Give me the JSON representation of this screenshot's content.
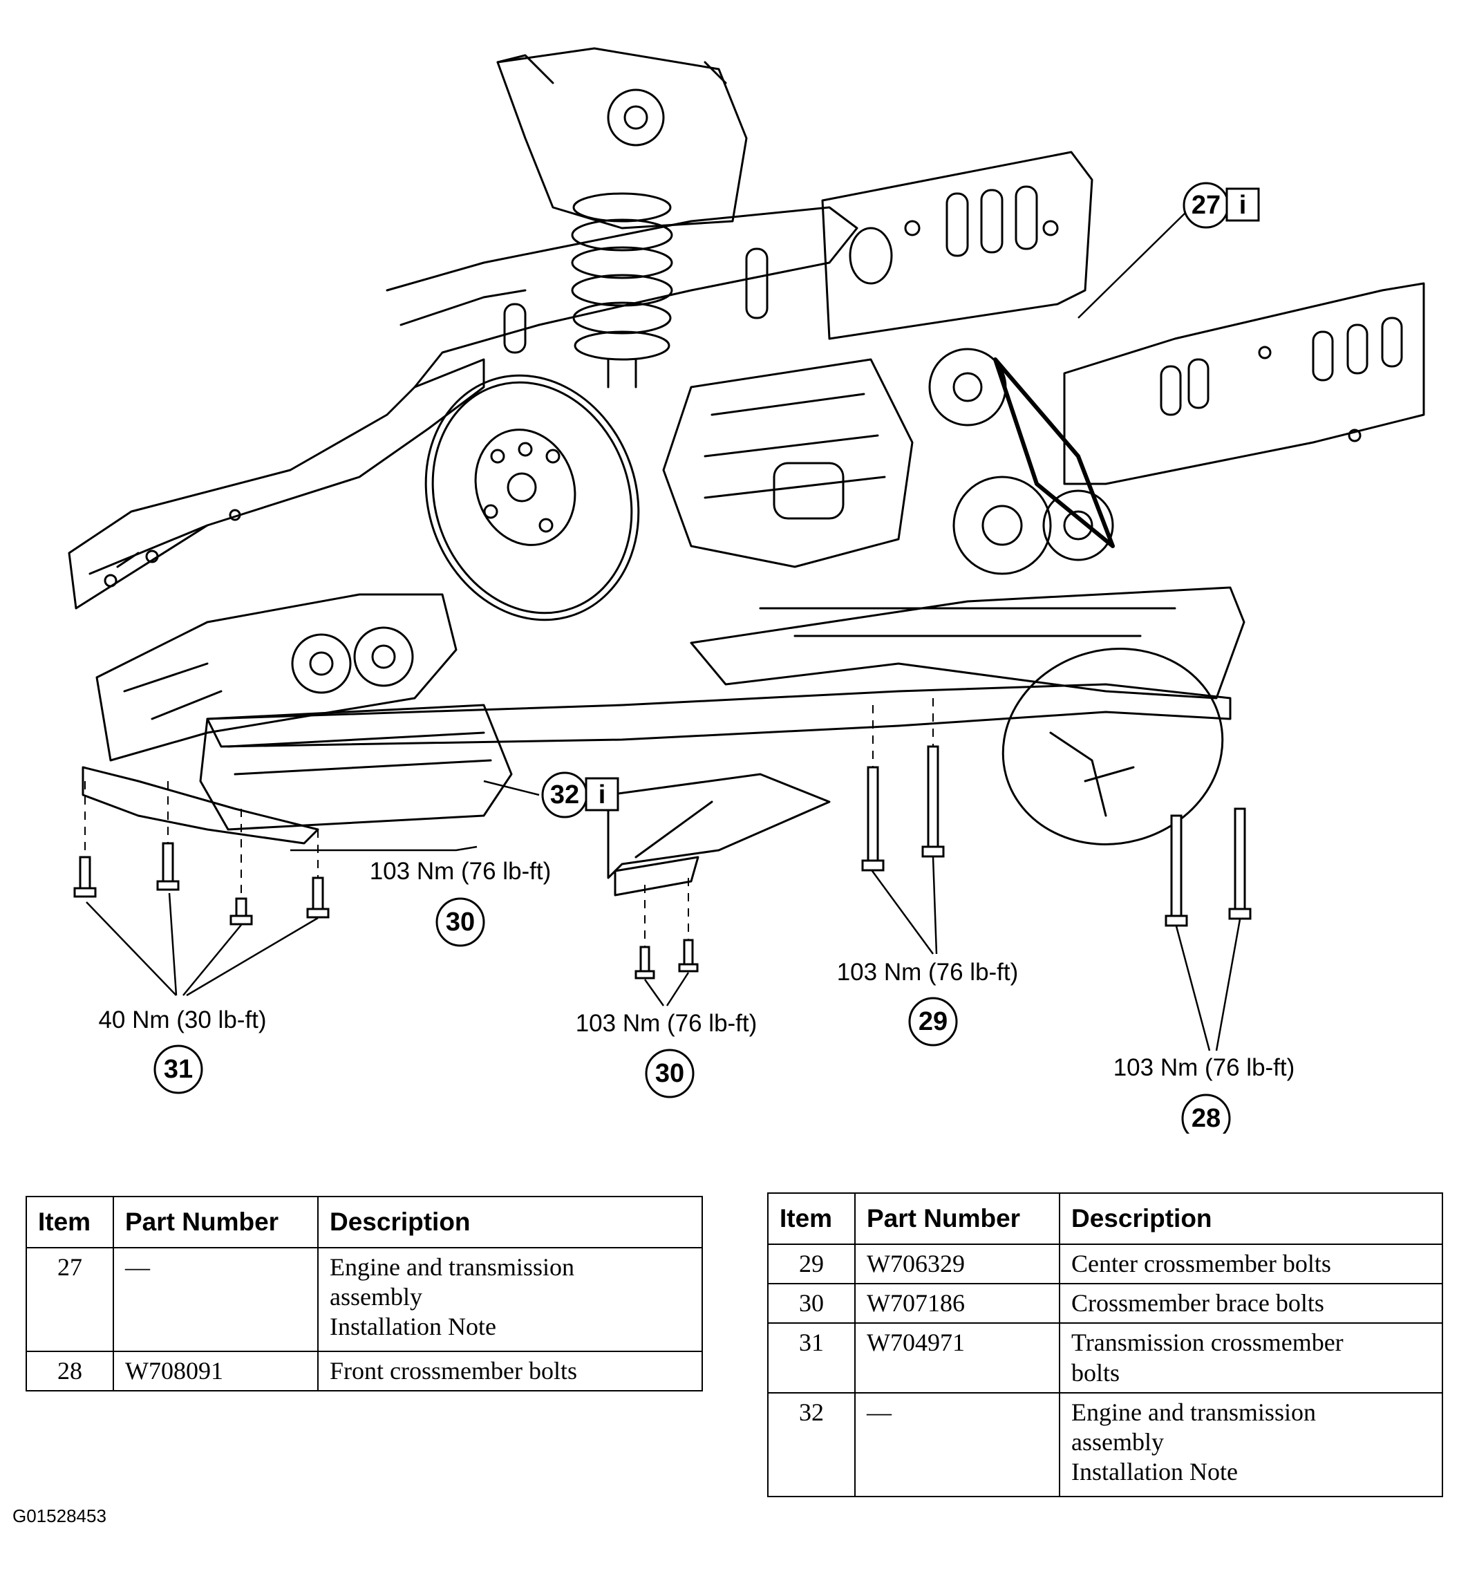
{
  "figure_id": "G01528453",
  "callouts": {
    "c27": "27",
    "c28": "28",
    "c29": "29",
    "c30a": "30",
    "c30b": "30",
    "c31": "31",
    "c32": "32",
    "info_glyph": "i"
  },
  "torque_labels": {
    "t31": "40 Nm (30 lb-ft)",
    "t30a": "103 Nm (76 lb-ft)",
    "t30b": "103 Nm (76 lb-ft)",
    "t29": "103 Nm (76 lb-ft)",
    "t28": "103 Nm (76 lb-ft)"
  },
  "table_left": {
    "headers": [
      "Item",
      "Part Number",
      "Description"
    ],
    "rows": [
      {
        "item": "27",
        "part": "—",
        "desc": [
          "Engine and transmission",
          "assembly",
          "Installation Note"
        ]
      },
      {
        "item": "28",
        "part": "W708091",
        "desc": [
          "Front crossmember bolts"
        ]
      }
    ]
  },
  "table_right": {
    "headers": [
      "Item",
      "Part Number",
      "Description"
    ],
    "rows": [
      {
        "item": "29",
        "part": "W706329",
        "desc": [
          "Center crossmember bolts"
        ]
      },
      {
        "item": "30",
        "part": "W707186",
        "desc": [
          "Crossmember brace bolts"
        ]
      },
      {
        "item": "31",
        "part": "W704971",
        "desc": [
          "Transmission crossmember",
          "bolts"
        ]
      },
      {
        "item": "32",
        "part": "—",
        "desc": [
          "Engine and transmission",
          "assembly",
          "Installation Note"
        ]
      }
    ]
  }
}
